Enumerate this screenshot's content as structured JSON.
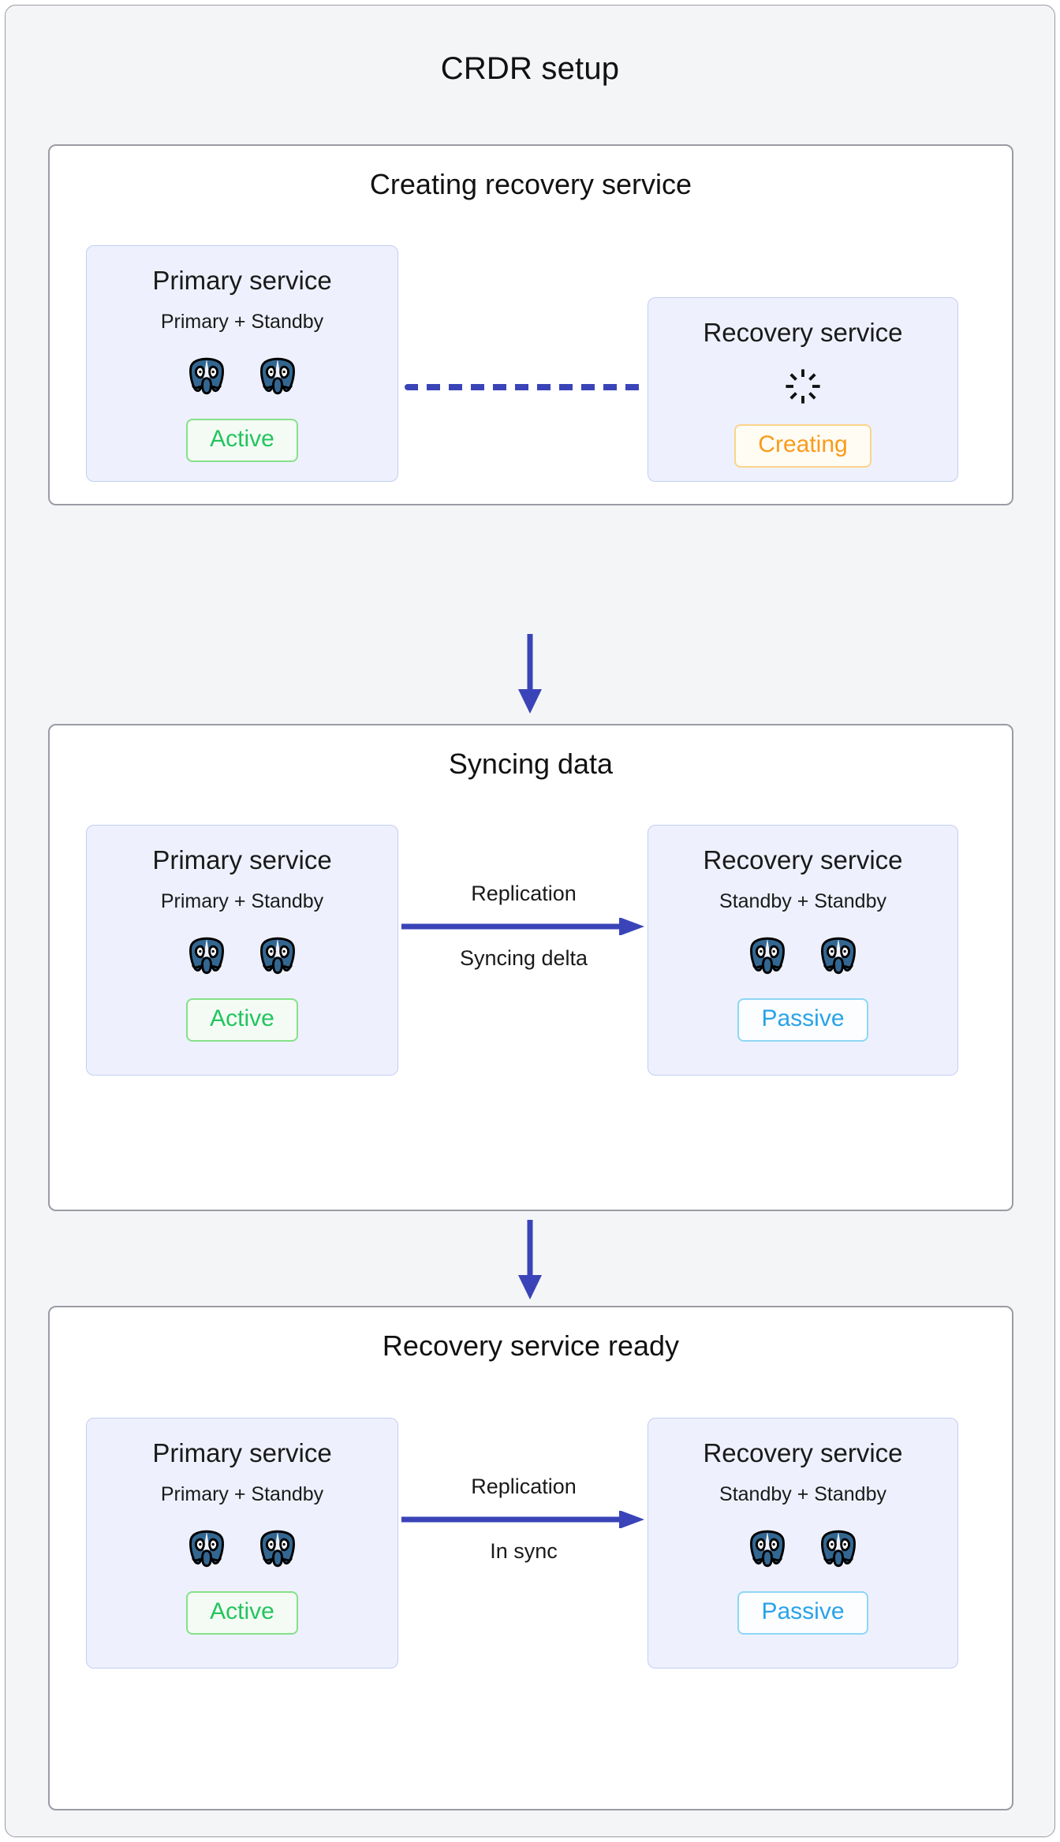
{
  "diagram": {
    "title": "CRDR setup",
    "colors": {
      "frame_bg": "#f4f5f7",
      "panel_border": "#9b9ba5",
      "card_bg": "#eef1fd",
      "card_border": "#c3cdf2",
      "connector_blue": "#3a44b8",
      "active_green": "#22c55e",
      "passive_blue": "#29a3e8",
      "creating_orange": "#fb9a1a",
      "postgres_blue": "#336791"
    }
  },
  "stages": [
    {
      "id": "creating-recovery-service",
      "title": "Creating recovery service",
      "primary": {
        "name": "Primary service",
        "topology": "Primary + Standby",
        "nodes": [
          "postgres-icon",
          "postgres-icon"
        ],
        "status": "Active"
      },
      "recovery": {
        "name": "Recovery service",
        "topology": null,
        "spinner": "loading-spinner-icon",
        "status": "Creating"
      },
      "connector": {
        "type": "dashed-line",
        "label_top": null,
        "label_bottom": null
      }
    },
    {
      "id": "syncing-data",
      "title": "Syncing data",
      "primary": {
        "name": "Primary service",
        "topology": "Primary + Standby",
        "nodes": [
          "postgres-icon",
          "postgres-icon"
        ],
        "status": "Active"
      },
      "recovery": {
        "name": "Recovery service",
        "topology": "Standby + Standby",
        "nodes": [
          "postgres-icon",
          "postgres-icon"
        ],
        "status": "Passive"
      },
      "connector": {
        "type": "solid-arrow-right",
        "label_top": "Replication",
        "label_bottom": "Syncing delta"
      }
    },
    {
      "id": "recovery-service-ready",
      "title": "Recovery service ready",
      "primary": {
        "name": "Primary service",
        "topology": "Primary + Standby",
        "nodes": [
          "postgres-icon",
          "postgres-icon"
        ],
        "status": "Active"
      },
      "recovery": {
        "name": "Recovery service",
        "topology": "Standby + Standby",
        "nodes": [
          "postgres-icon",
          "postgres-icon"
        ],
        "status": "Passive"
      },
      "connector": {
        "type": "solid-arrow-right",
        "label_top": "Replication",
        "label_bottom": "In sync"
      }
    }
  ],
  "flow_arrows": [
    {
      "from": "creating-recovery-service",
      "to": "syncing-data",
      "icon": "arrow-down-icon"
    },
    {
      "from": "syncing-data",
      "to": "recovery-service-ready",
      "icon": "arrow-down-icon"
    }
  ]
}
